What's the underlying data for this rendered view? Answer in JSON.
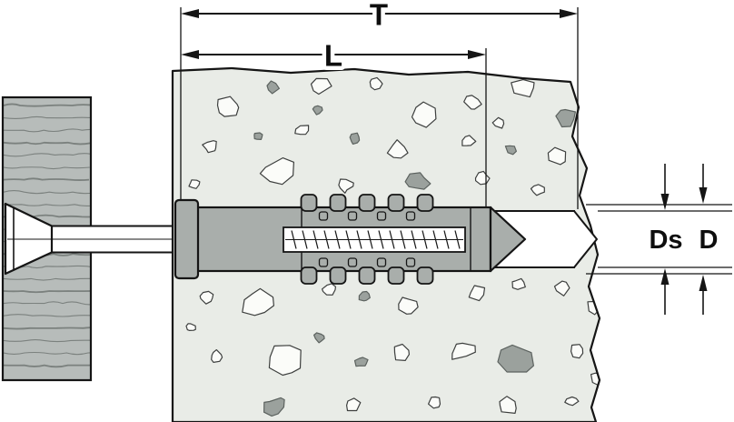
{
  "diagram": {
    "type": "technical-drawing",
    "subject": "Wall plug (expansion dowel) with screw fastening a board to a concrete wall, cross-section with dimension callouts",
    "labels": {
      "total_depth": "T",
      "plug_length": "L",
      "screw_diameter": "Ds",
      "plug_diameter": "D"
    },
    "colors": {
      "background": "#ffffff",
      "outline": "#151515",
      "concrete_fill": "#e9ece7",
      "stone_white": "#fbfcf9",
      "stone_gray": "#9ba19d",
      "wood_fill": "#b7bcba",
      "wood_grain": "#747a78",
      "plug_fill": "#a9aeab"
    }
  }
}
